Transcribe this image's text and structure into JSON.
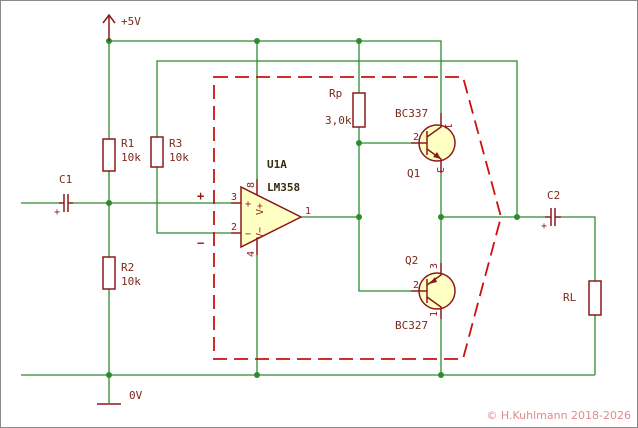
{
  "labels": {
    "vcc": "+5V",
    "gnd": "0V",
    "c1": "C1",
    "c2": "C2",
    "r1_ref": "R1",
    "r1_val": "10k",
    "r2_ref": "R2",
    "r2_val": "10k",
    "r3_ref": "R3",
    "r3_val": "10k",
    "rp_ref": "Rp",
    "rp_val": "3,0k",
    "rl_ref": "RL",
    "u1_ref": "U1A",
    "u1_val": "LM358",
    "q1_ref": "Q1",
    "q1_val": "BC337",
    "q2_ref": "Q2",
    "q2_val": "BC327",
    "plus_sign": "+",
    "minus_sign": "−",
    "copyright": "© H.Kuhlmann 2018-2026"
  },
  "pins": {
    "u1_in_plus": "3",
    "u1_in_minus": "2",
    "u1_out": "1",
    "u1_vplus_pin": "8",
    "u1_vminus_pin": "4",
    "u1_vplus": "V+",
    "u1_vminus": "V−",
    "u1_plus_mark": "+",
    "u1_minus_mark": "−",
    "q1_base": "2",
    "q1_collector": "1",
    "q1_emitter": "3",
    "q2_base": "2",
    "q2_collector": "1",
    "q2_emitter": "3",
    "c1_plus": "+",
    "c2_plus": "+"
  },
  "colors": {
    "wire": "#2e8b2e",
    "component": "#8b1a1a",
    "component_fill": "#ffffc4",
    "dashed_box": "#cc1010",
    "copyright": "#e08a8a"
  }
}
